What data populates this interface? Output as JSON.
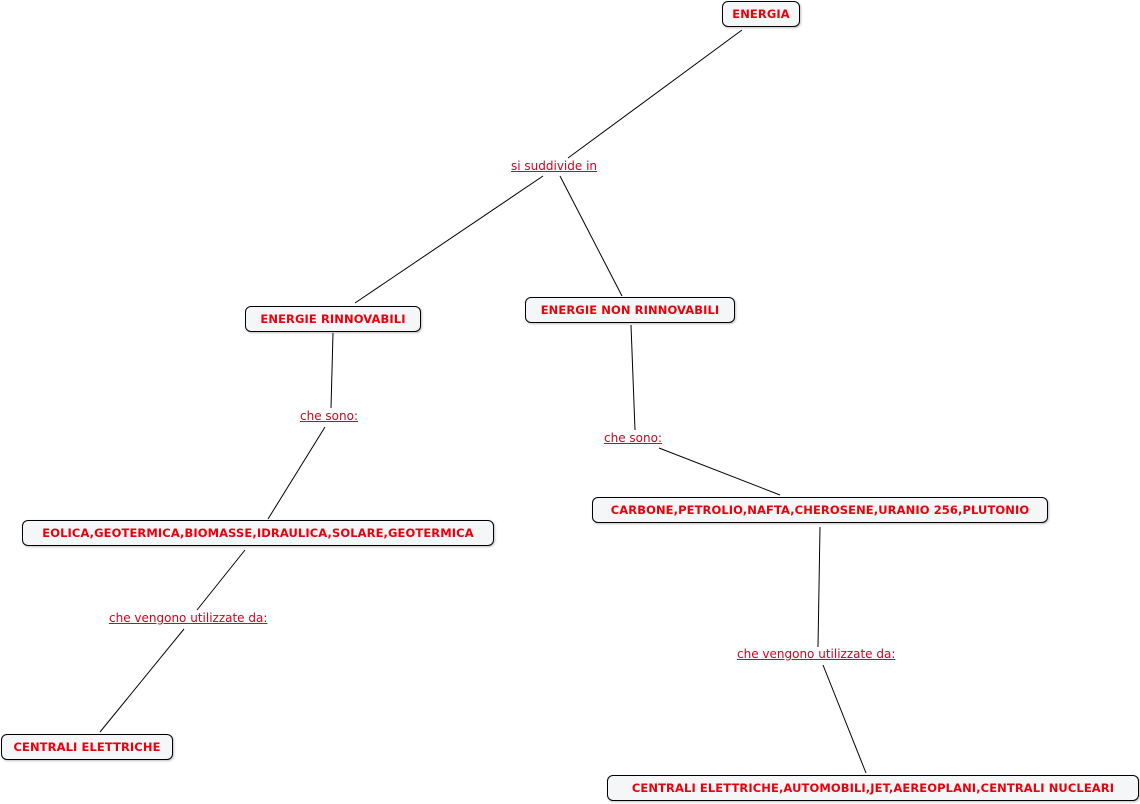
{
  "colors": {
    "node_text": "#e8000b",
    "link_text": "#d4001f",
    "node_border": "#000000",
    "node_fill": "#f5f6f8",
    "edge": "#000000"
  },
  "nodes": {
    "energia": "ENERGIA",
    "energie_rinnovabili": "ENERGIE RINNOVABILI",
    "energie_non_rinnovabili": "ENERGIE NON RINNOVABILI",
    "fonti_rinnovabili": "EOLICA,GEOTERMICA,BIOMASSE,IDRAULICA,SOLARE,GEOTERMICA",
    "fonti_non_rinnovabili": "CARBONE,PETROLIO,NAFTA,CHEROSENE,URANIO 256,PLUTONIO",
    "utilizzo_rinnovabili": "CENTRALI ELETTRICHE",
    "utilizzo_non_rinnovabili": "CENTRALI ELETTRICHE,AUTOMOBILI,JET,AEREOPLANI,CENTRALI NUCLEARI"
  },
  "links": {
    "si_suddivide_in": "si suddivide in",
    "che_sono_left": "che sono:",
    "che_sono_right": "che sono:",
    "che_vengono_left": "che vengono utilizzate da:",
    "che_vengono_right": "che vengono utilizzate da:"
  }
}
